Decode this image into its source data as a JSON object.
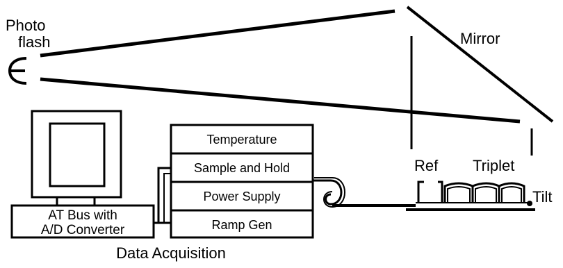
{
  "labels": {
    "photo": "Photo",
    "flash": "flash",
    "mirror": "Mirror",
    "ref": "Ref",
    "triplet": "Triplet",
    "tilt": "Tilt",
    "data_acquisition": "Data Acquisition"
  },
  "computer": {
    "bus_line1": "AT Bus with",
    "bus_line2": "A/D Converter"
  },
  "rack": {
    "modules": [
      "Temperature",
      "Sample and Hold",
      "Power Supply",
      "Ramp Gen"
    ]
  },
  "colors": {
    "ink": "#000000",
    "background": "#ffffff"
  }
}
